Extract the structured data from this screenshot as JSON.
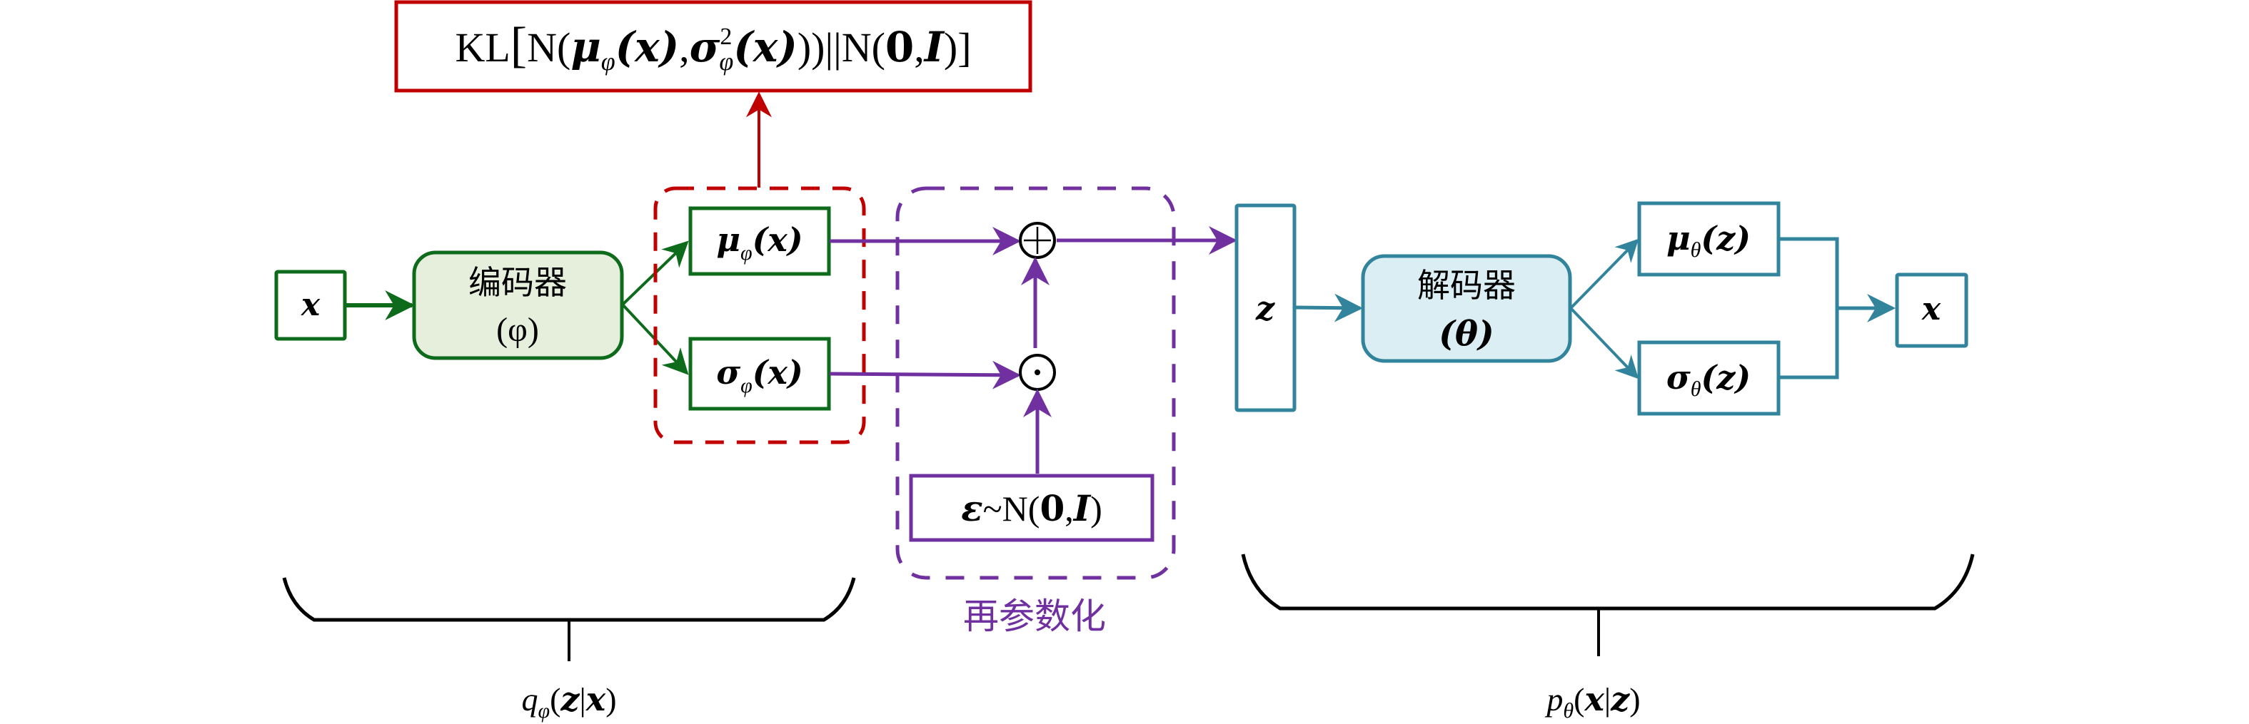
{
  "colors": {
    "encoder": "#0E6B1B",
    "encoder_fill": "#E6EFDB",
    "kl": "#C00000",
    "reparam": "#7030A0",
    "decoder": "#31849B",
    "decoder_fill": "#DAEEF3",
    "text": "#000000"
  },
  "kl_box": {
    "prefix": "KL",
    "open_bracket": "[",
    "N1": "N",
    "lparen": "(",
    "mu": "μ",
    "sub_phi": "φ",
    "arg_x": "(x)",
    "comma": ",",
    "sigma": "σ",
    "sup_2": "2",
    "close1": "))",
    "separator": "||",
    "N2": "N",
    "zero": "0",
    "identity": "I",
    "close_bracket": ")]"
  },
  "encoder_path": {
    "input_x": "x",
    "encoder_label": "编码器",
    "encoder_param": "(φ)",
    "mu_box": {
      "symbol": "μ",
      "sub": "φ",
      "arg": "(x)"
    },
    "sigma_box": {
      "symbol": "σ",
      "sub": "φ",
      "arg": "(x)"
    }
  },
  "reparam": {
    "plus_op": "⊕",
    "dot_op": "⊙",
    "noise": {
      "eps": "ε",
      "tilde": "~",
      "N": "N(",
      "zero": "0",
      "comma": ",",
      "I": "I",
      "close": ")"
    },
    "label": "再参数化"
  },
  "decoder_path": {
    "latent_z": "z",
    "decoder_label": "解码器",
    "decoder_param": "(θ)",
    "mu_box": {
      "symbol": "μ",
      "sub": "θ",
      "arg": "(z)"
    },
    "sigma_box": {
      "symbol": "σ",
      "sub": "θ",
      "arg": "(z)"
    },
    "output_x": "x"
  },
  "braces": {
    "encoder_dist": {
      "q": "q",
      "sub": "φ",
      "open": "(",
      "z": "z",
      "bar": "|",
      "x": "x",
      "close": ")"
    },
    "decoder_dist": {
      "p": "p",
      "sub": "θ",
      "open": "(",
      "x": "x",
      "bar": "|",
      "z": "z",
      "close": ")"
    }
  }
}
